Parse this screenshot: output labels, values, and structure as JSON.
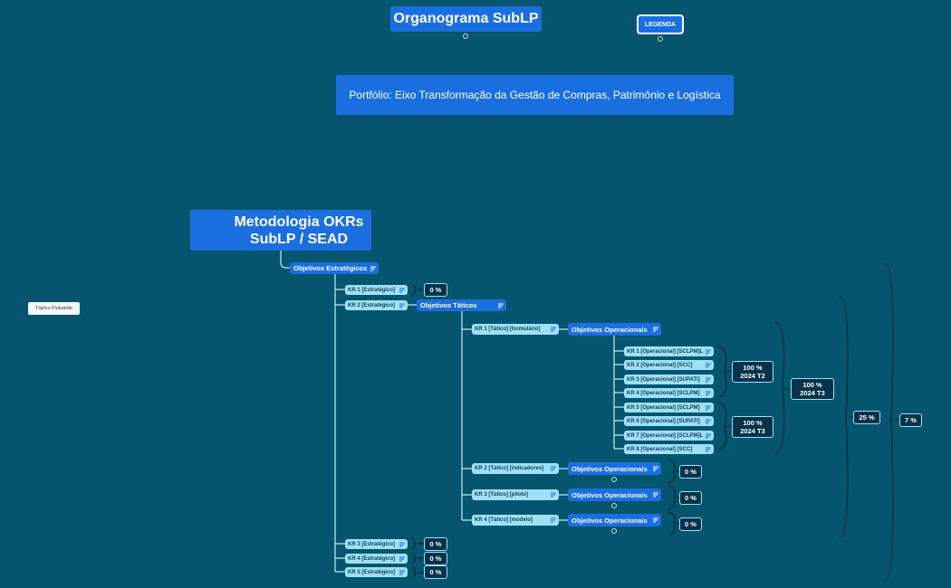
{
  "title": "Organograma SubLP",
  "legend": "LEGENDA",
  "portfolio": "Portfólio: Eixo Transformação da Gestão de Compras, Patrimônio e Logística",
  "central": "Metodologia OKRs SubLP / SEAD",
  "floating_topic": "Tópico Flutuante",
  "objetivos_estrategicos": "Objetivos Estratégicos",
  "objetivos_taticos": "Objetivos Táticos",
  "objetivos_operacionais": "Objetivos Operacionais",
  "kr_estrategicos": [
    "KR 1 [Estratégico]",
    "KR 2 [Estratégico]",
    "KR 3 [Estratégico]",
    "KR 4 [Estratégico]",
    "KR 5 [Estratégico]"
  ],
  "kr_taticos": [
    "KR 1 [Tático] [formulário]",
    "KR 2 [Tático] [indicadores]",
    "KR 3 [Tático] [piloto]",
    "KR 4 [Tático] [modelo]"
  ],
  "kr_operacionais": [
    "KR 1 [Operacional] [SCLPM]L",
    "KR 2 [Operacional] [SCC]",
    "KR 3 [Operacional] [SUPATI]",
    "KR 4 [Operacional] [SCLPM]",
    "KR 5 [Operacional] [SCLPM]",
    "KR 6 [Operacional] [SUPATI]",
    "KR 7 [Operacional] [SCLPM]L",
    "KR 8 [Operacional] [SCC]"
  ],
  "summaries": {
    "kr1_estrategico": "0 %",
    "kr3_estrategico": "0 %",
    "kr4_estrategico": "0 %",
    "kr5_estrategico": "0 %",
    "op_group_1": {
      "pct": "100 %",
      "period": "2024 T2"
    },
    "op_group_2": {
      "pct": "100 %",
      "period": "2024 T3"
    },
    "op_all": {
      "pct": "100 %",
      "period": "2024 T3"
    },
    "kr2_tatico": "0 %",
    "kr3_tatico": "0 %",
    "kr4_tatico": "0 %",
    "kr2_estrategico_total": "25 %",
    "overall": "7 %"
  }
}
